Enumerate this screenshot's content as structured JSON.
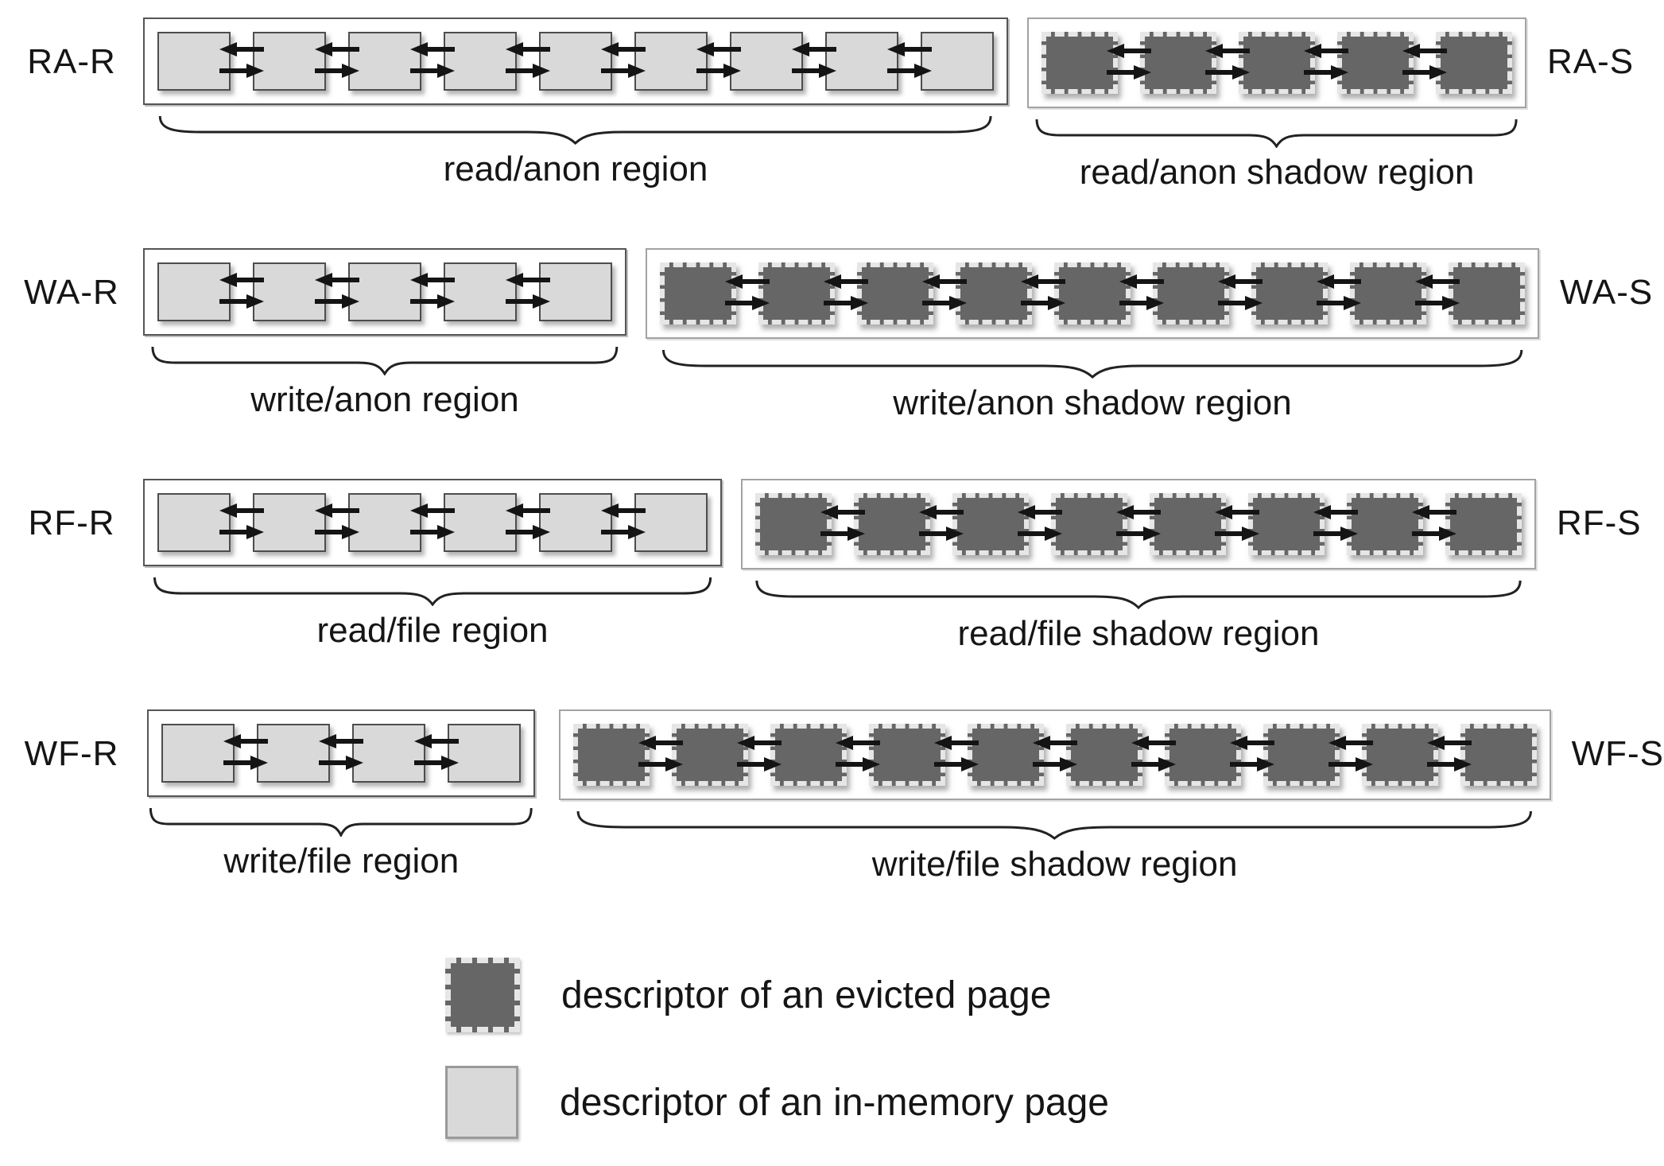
{
  "colors": {
    "in_memory_fill": "#d9d9d9",
    "in_memory_border": "#4d4d4d",
    "evicted_fill": "#666666",
    "evicted_notch": "#e6e6e6",
    "region_border": "#555555",
    "shadow_region_border": "#a3a3a3",
    "arrow": "#141414",
    "text": "#151515"
  },
  "rows": [
    {
      "left_label": "RA-R",
      "right_label": "RA-S",
      "region": {
        "caption": "read/anon region",
        "pages": 9,
        "page_type": "in-memory"
      },
      "shadow_region": {
        "caption": "read/anon shadow region",
        "pages": 5,
        "page_type": "evicted"
      }
    },
    {
      "left_label": "WA-R",
      "right_label": "WA-S",
      "region": {
        "caption": "write/anon region",
        "pages": 5,
        "page_type": "in-memory"
      },
      "shadow_region": {
        "caption": "write/anon shadow region",
        "pages": 9,
        "page_type": "evicted"
      }
    },
    {
      "left_label": "RF-R",
      "right_label": "RF-S",
      "region": {
        "caption": "read/file region",
        "pages": 6,
        "page_type": "in-memory"
      },
      "shadow_region": {
        "caption": "read/file shadow region",
        "pages": 8,
        "page_type": "evicted"
      }
    },
    {
      "left_label": "WF-R",
      "right_label": "WF-S",
      "region": {
        "caption": "write/file region",
        "pages": 4,
        "page_type": "in-memory"
      },
      "shadow_region": {
        "caption": "write/file shadow region",
        "pages": 10,
        "page_type": "evicted"
      }
    }
  ],
  "legend": [
    {
      "swatch": "evicted",
      "label": "descriptor of an evicted page"
    },
    {
      "swatch": "in-memory",
      "label": "descriptor of an in-memory page"
    }
  ]
}
